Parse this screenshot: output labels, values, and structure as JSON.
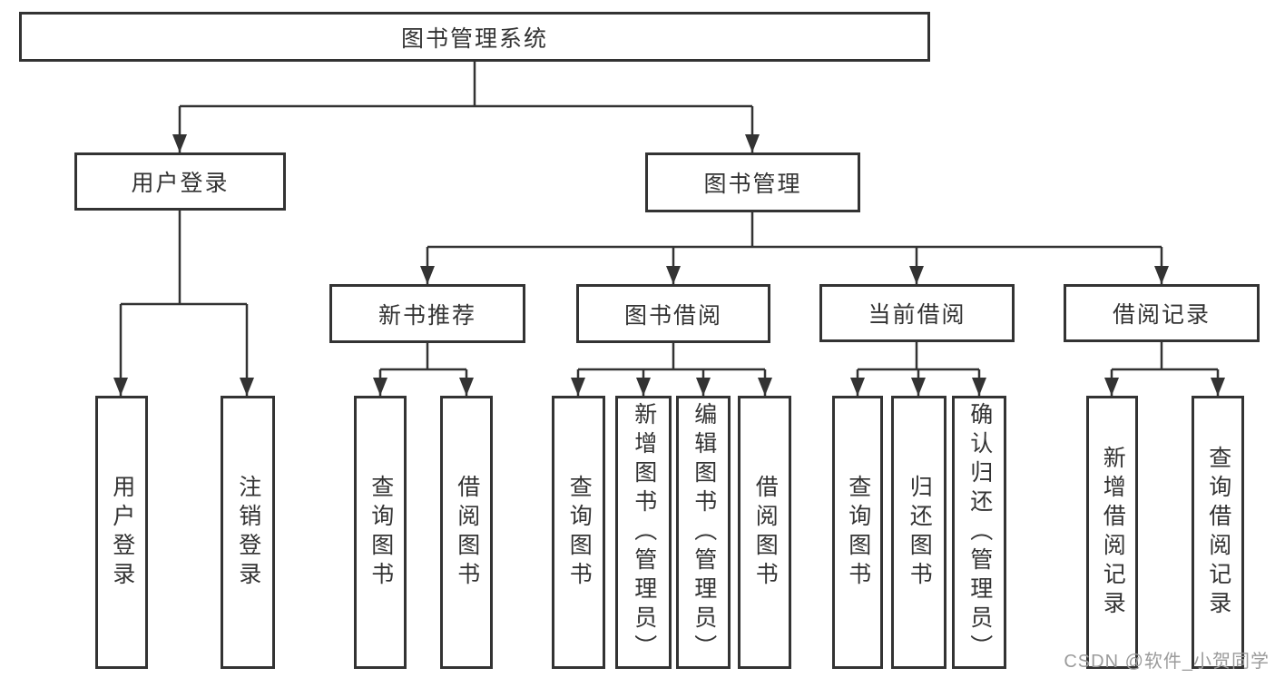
{
  "diagram": {
    "root": {
      "label": "图书管理系统"
    },
    "branches": [
      {
        "label": "用户登录",
        "children": [
          {
            "label": "用户登录"
          },
          {
            "label": "注销登录"
          }
        ]
      },
      {
        "label": "图书管理",
        "children": [
          {
            "label": "新书推荐",
            "children": [
              {
                "label": "查询图书"
              },
              {
                "label": "借阅图书"
              }
            ]
          },
          {
            "label": "图书借阅",
            "children": [
              {
                "label": "查询图书"
              },
              {
                "label": "新增图书（管理员）"
              },
              {
                "label": "编辑图书（管理员）"
              },
              {
                "label": "借阅图书"
              }
            ]
          },
          {
            "label": "当前借阅",
            "children": [
              {
                "label": "查询图书"
              },
              {
                "label": "归还图书"
              },
              {
                "label": "确认归还（管理员）"
              }
            ]
          },
          {
            "label": "借阅记录",
            "children": [
              {
                "label": "新增借阅记录"
              },
              {
                "label": "查询借阅记录"
              }
            ]
          }
        ]
      }
    ]
  },
  "watermark": {
    "text": "CSDN @软件_小贺同学"
  },
  "colors": {
    "line": "#333333",
    "text": "#333333",
    "background": "#ffffff",
    "watermark": "#9b9b9b"
  }
}
